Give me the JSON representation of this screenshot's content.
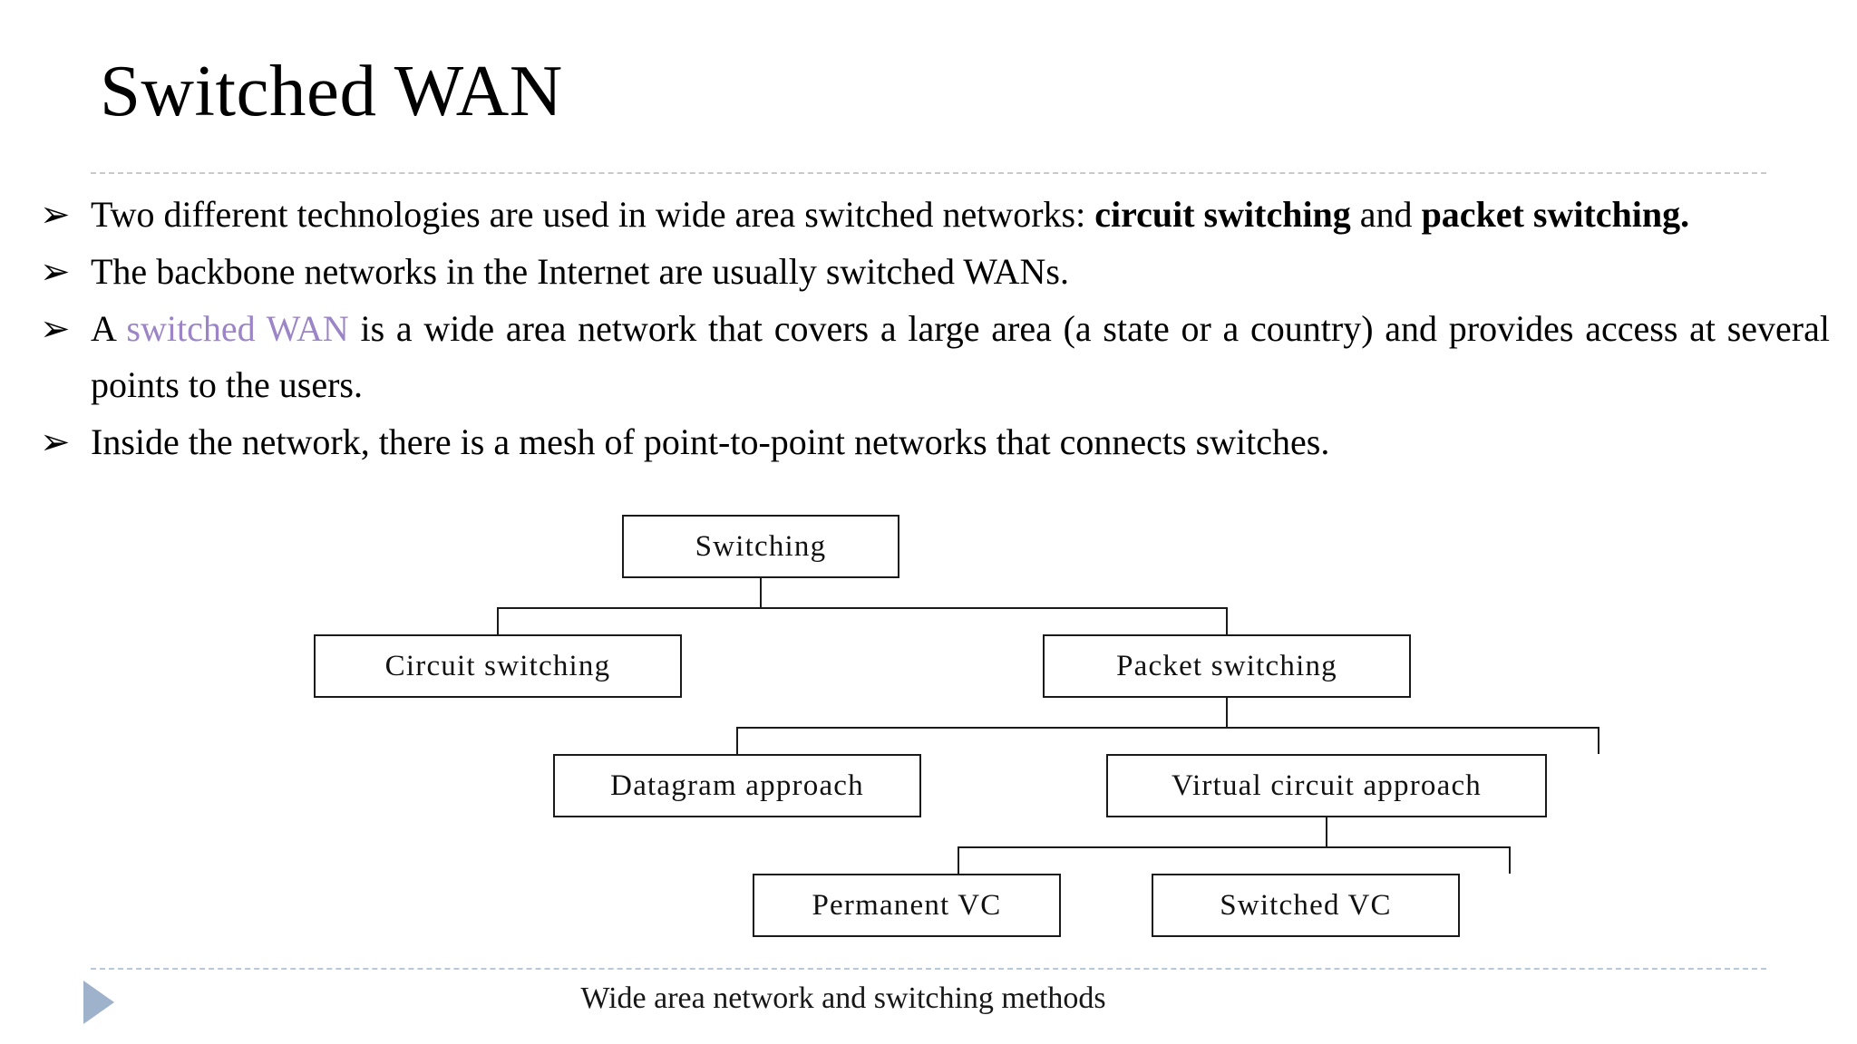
{
  "slide": {
    "title": "Switched WAN",
    "bullet_marker": "➢",
    "accent_color": "#9c85c6",
    "bullets": [
      {
        "id": "bullet-technologies",
        "segments": [
          {
            "text": "Two different technologies are used in wide area switched networks: ",
            "style": "normal"
          },
          {
            "text": "circuit switching",
            "style": "bold"
          },
          {
            "text": " and ",
            "style": "normal"
          },
          {
            "text": "packet switching.",
            "style": "bold"
          }
        ]
      },
      {
        "id": "bullet-backbone",
        "segments": [
          {
            "text": "The backbone networks in the Internet are usually switched WANs.",
            "style": "normal"
          }
        ]
      },
      {
        "id": "bullet-definition",
        "segments": [
          {
            "text": "A ",
            "style": "normal"
          },
          {
            "text": "switched WAN",
            "style": "accent"
          },
          {
            "text": " is a wide area network that covers a large area (a state or a country) and provides access at several points to the users.",
            "style": "normal"
          }
        ]
      },
      {
        "id": "bullet-mesh",
        "segments": [
          {
            "text": "Inside the network, there is a mesh of point-to-point networks that connects switches.",
            "style": "normal"
          }
        ]
      }
    ]
  },
  "diagram": {
    "name": "switching-taxonomy-tree",
    "nodes": {
      "switching": "Switching",
      "circuit_switching": "Circuit switching",
      "packet_switching": "Packet switching",
      "datagram_approach": "Datagram approach",
      "virtual_circuit_approach": "Virtual circuit approach",
      "permanent_vc": "Permanent VC",
      "switched_vc": "Switched VC"
    }
  },
  "footer": {
    "caption": "Wide area network and switching methods",
    "triangle_icon": "play-triangle-icon",
    "triangle_color": "#9fb2cc"
  }
}
